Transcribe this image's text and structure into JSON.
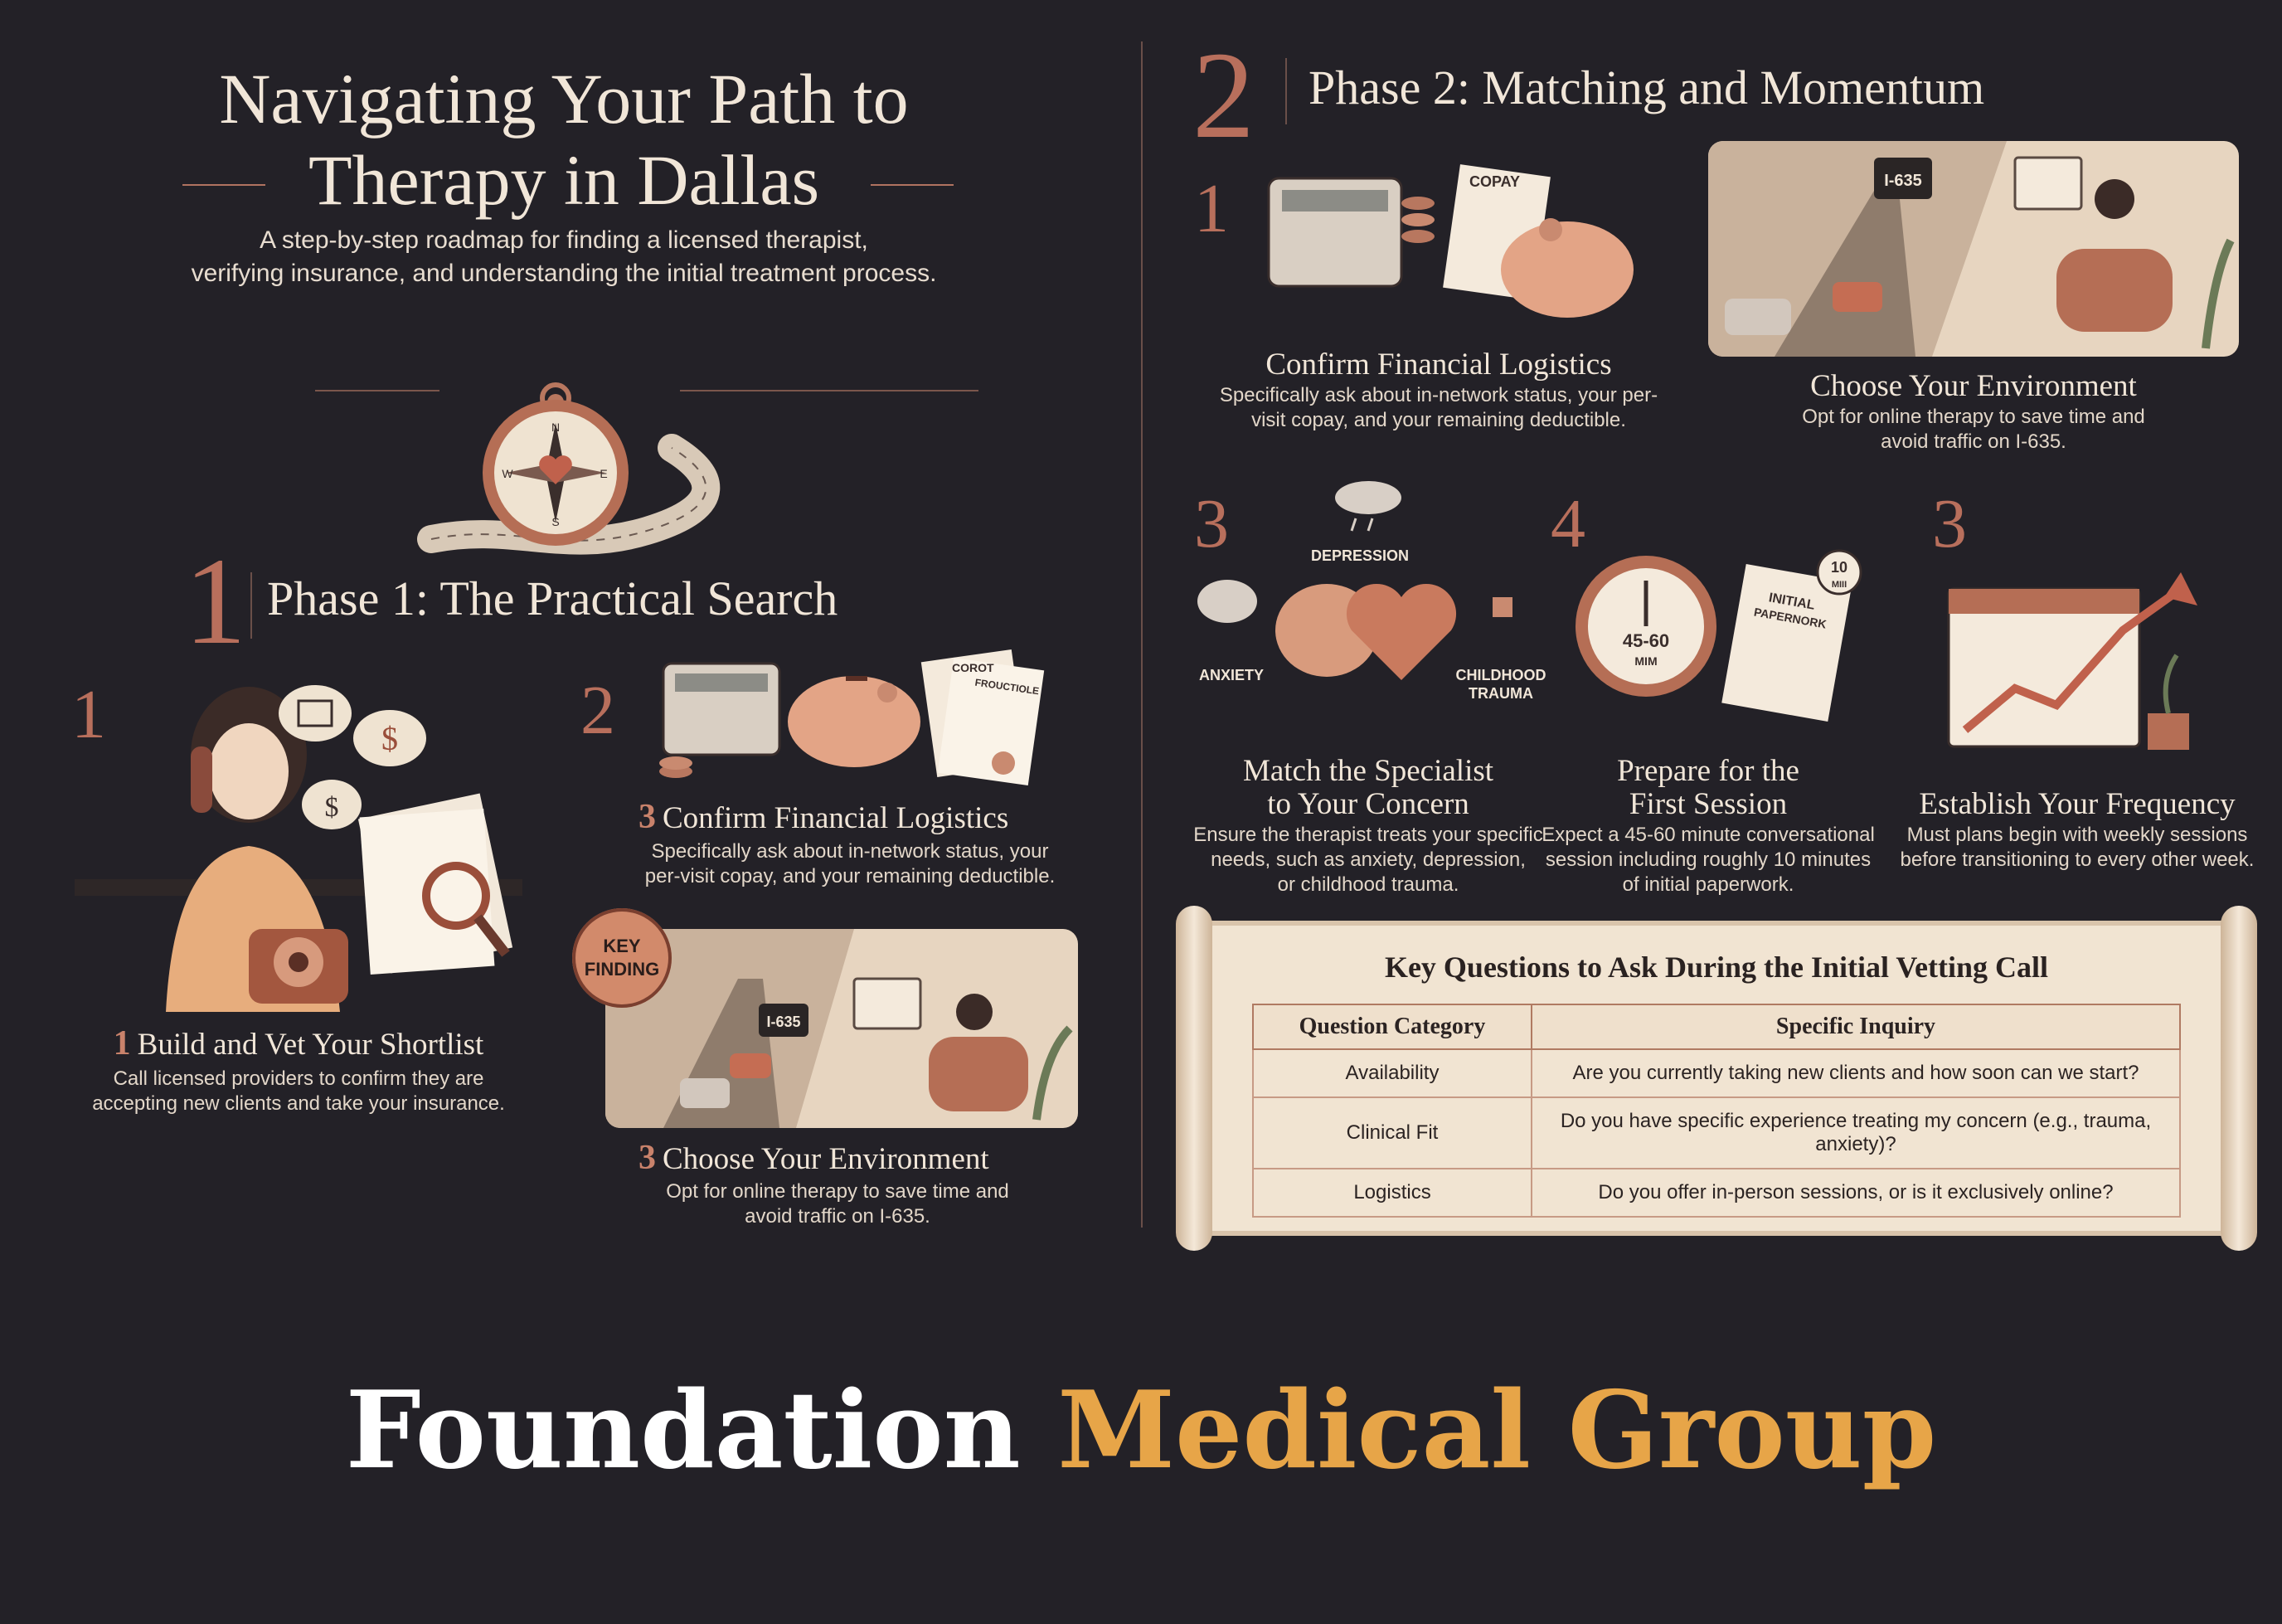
{
  "header": {
    "title_line1": "Navigating Your Path to",
    "title_line2": "Therapy in Dallas",
    "subtitle_line1": "A step-by-step roadmap for finding a licensed therapist,",
    "subtitle_line2": "verifying insurance, and understanding the initial treatment process."
  },
  "compass": {
    "labels": [
      "N",
      "W",
      "E",
      "S"
    ]
  },
  "phase1": {
    "number": "1",
    "title": "Phase 1: The Practical Search",
    "steps": [
      {
        "marker": "1",
        "num": "1",
        "title": "Build and Vet Your Shortlist",
        "body_l1": "Call licensed providers to confirm they are",
        "body_l2": "accepting new clients and take your insurance."
      },
      {
        "marker": "2",
        "num": "3",
        "title": "Confirm Financial Logistics",
        "body_l1": "Specifically ask about in-network status, your",
        "body_l2": "per-visit copay, and your remaining deductible.",
        "doc_labels": [
          "COROT",
          "FROUCTIOLE"
        ]
      },
      {
        "num": "3",
        "title": "Choose Your Environment",
        "body_l1": "Opt for online therapy to save time and",
        "body_l2": "avoid traffic on I-635.",
        "badge_l1": "KEY",
        "badge_l2": "FINDING",
        "sign": "I-635"
      }
    ]
  },
  "phase2": {
    "number": "2",
    "title": "Phase 2: Matching and Momentum",
    "steps": [
      {
        "marker": "1",
        "title": "Confirm Financial Logistics",
        "body_l1": "Specifically ask about in-network status, your per-",
        "body_l2": "visit copay, and your remaining deductible.",
        "doc_label": "COPAY"
      },
      {
        "title": "Choose Your Environment",
        "body_l1": "Opt for online therapy to save time and",
        "body_l2": "avoid traffic on I-635.",
        "sign": "I-635"
      },
      {
        "marker": "3",
        "title_l1": "Match the Specialist",
        "title_l2": "to Your Concern",
        "body_l1": "Ensure the therapist treats your specific",
        "body_l2": "needs, such as anxiety, depression,",
        "body_l3": "or childhood trauma.",
        "labels": {
          "depression": "DEPRESSION",
          "anxiety": "ANXIETY",
          "trauma_l1": "CHILDHOOD",
          "trauma_l2": "TRAUMA"
        }
      },
      {
        "marker": "4",
        "title_l1": "Prepare for the",
        "title_l2": "First Session",
        "body_l1": "Expect a 45-60 minute conversational",
        "body_l2": "session including roughly 10 minutes",
        "body_l3": "of initial paperwork.",
        "clock_l1": "45-60",
        "clock_l2": "MIM",
        "paper_l1": "INITIAL",
        "paper_l2": "PAPERNORK",
        "tag_l1": "10",
        "tag_l2": "MIII"
      },
      {
        "marker": "3",
        "title": "Establish Your Frequency",
        "body_l1": "Must plans begin with weekly sessions",
        "body_l2": "before transitioning to every other week."
      }
    ]
  },
  "key_questions": {
    "title": "Key Questions to Ask During the Initial Vetting Call",
    "headers": [
      "Question Category",
      "Specific Inquiry"
    ],
    "rows": [
      [
        "Availability",
        "Are you currently taking new clients and how soon can we start?"
      ],
      [
        "Clinical Fit",
        "Do you have specific experience treating my concern (e.g., trauma, anxiety)?"
      ],
      [
        "Logistics",
        "Do you offer in-person sessions, or is it exclusively online?"
      ]
    ]
  },
  "brand": {
    "part1": "Foundation",
    "part2": "Medical Group"
  },
  "colors": {
    "background": "#232127",
    "accent": "#c2806a",
    "brand_gold": "#e7a548",
    "cream": "#f1e6d8"
  }
}
